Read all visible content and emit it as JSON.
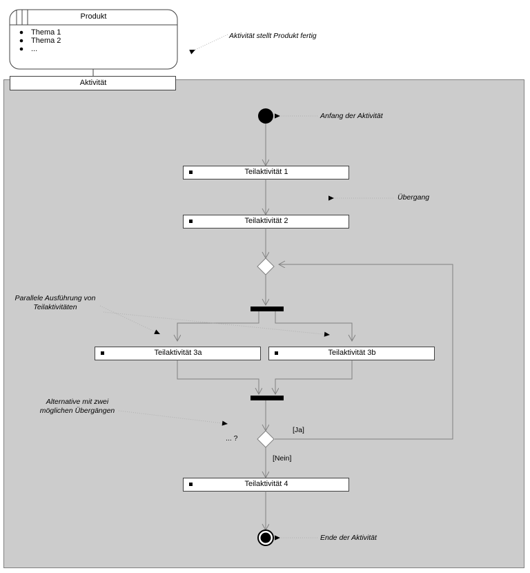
{
  "diagram": {
    "type": "uml-activity-diagram",
    "language": "de",
    "background_color": "#ffffff",
    "swimlane_color": "#cccccc",
    "node_fill": "#ffffff",
    "line_color": "#808080",
    "text_color": "#000000"
  },
  "product": {
    "title": "Produkt",
    "items": [
      "Thema 1",
      "Thema 2",
      "..."
    ]
  },
  "activity": {
    "title": "Aktivität"
  },
  "nodes": {
    "start": "",
    "action1": "Teilaktivität 1",
    "action2": "Teilaktivität 2",
    "merge": "",
    "fork": "",
    "action3a": "Teilaktivität 3a",
    "action3b": "Teilaktivität 3b",
    "join": "",
    "decision": "... ?",
    "action4": "Teilaktivität 4",
    "end": ""
  },
  "guards": {
    "yes": "[Ja]",
    "no": "[Nein]"
  },
  "annotations": {
    "product_note": "Aktivität stellt Produkt fertig",
    "start_note": "Anfang der Aktivität",
    "transition_note": "Übergang",
    "parallel_note_line1": "Parallele Ausführung von",
    "parallel_note_line2": "Teilaktivitäten",
    "alternative_note_line1": "Alternative mit zwei",
    "alternative_note_line2": "möglichen Übergängen",
    "end_note": "Ende der Aktivität"
  }
}
